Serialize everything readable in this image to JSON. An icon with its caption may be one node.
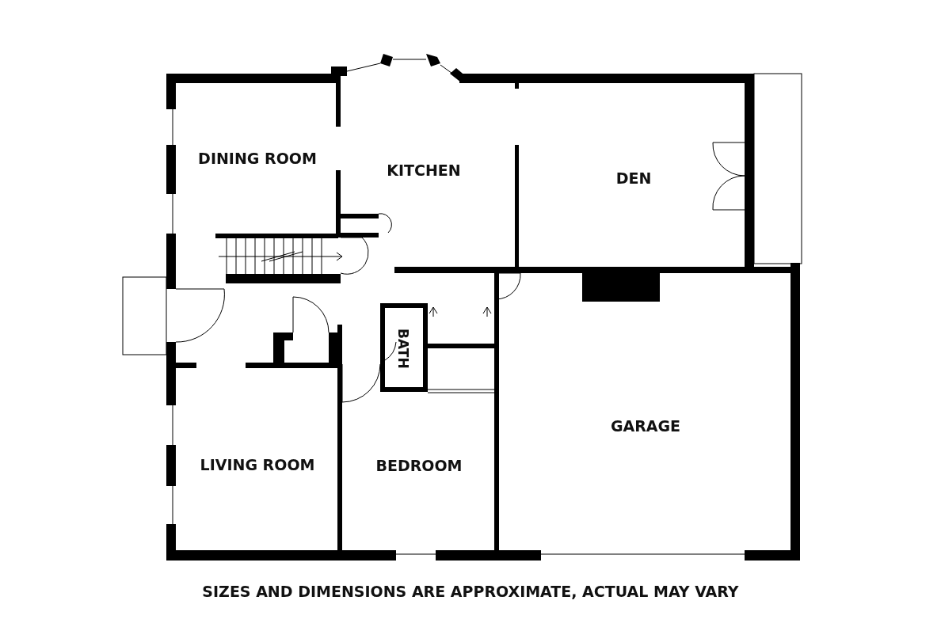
{
  "diagram": {
    "caption": "SIZES AND DIMENSIONS ARE APPROXIMATE, ACTUAL MAY VARY",
    "nodes": [
      {
        "text": [
          "DINING ROOM"
        ]
      },
      {
        "text": [
          "KITCHEN"
        ]
      },
      {
        "text": [
          "DEN"
        ]
      },
      {
        "text": [
          "BATH"
        ]
      },
      {
        "text": [
          "GARAGE"
        ]
      },
      {
        "text": [
          "LIVING ROOM"
        ]
      },
      {
        "text": [
          "BEDROOM"
        ]
      }
    ],
    "edges": []
  }
}
